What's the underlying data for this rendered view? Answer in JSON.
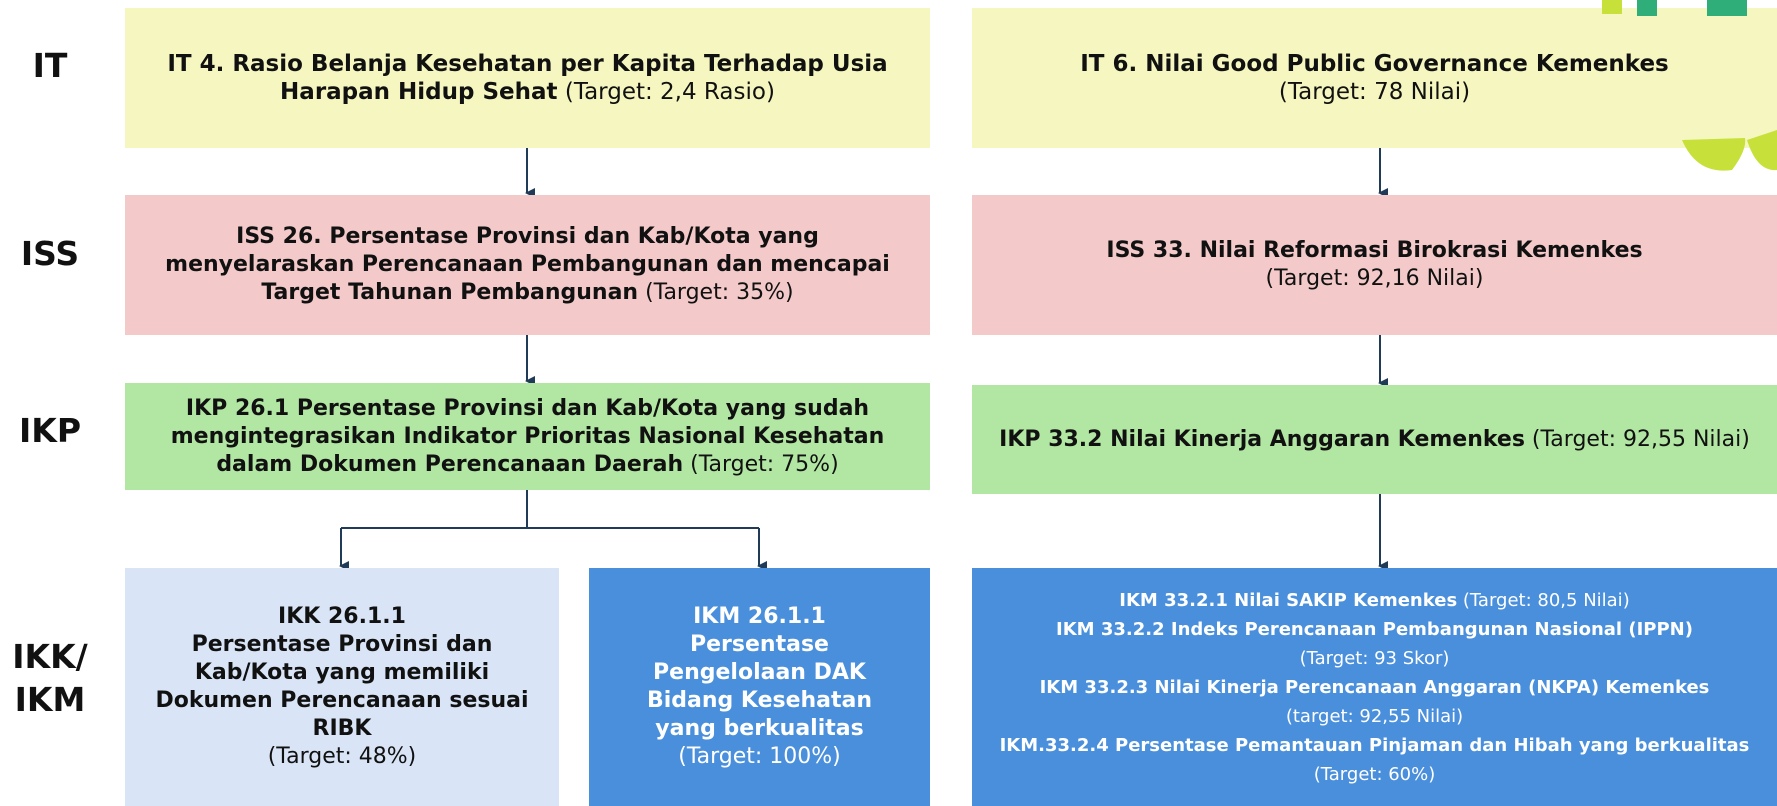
{
  "levels": [
    "IT",
    "ISS",
    "IKP",
    "IKK/\nIKM"
  ],
  "left": {
    "it": {
      "code": "IT 4. Rasio Belanja Kesehatan per Kapita Terhadap Usia Harapan Hidup Sehat",
      "target": " (Target: 2,4 Rasio)"
    },
    "iss": {
      "code": "ISS 26. Persentase Provinsi dan Kab/Kota yang menyelaraskan Perencanaan Pembangunan dan mencapai Target Tahunan Pembangunan",
      "target": " (Target: 35%)"
    },
    "ikp": {
      "code": "IKP 26.1 Persentase Provinsi dan Kab/Kota yang sudah mengintegrasikan Indikator Prioritas Nasional Kesehatan dalam Dokumen Perencanaan Daerah",
      "target": " (Target: 75%)"
    },
    "ikk": {
      "code": "IKK 26.1.1",
      "title": "Persentase Provinsi dan Kab/Kota yang memiliki Dokumen Perencanaan sesuai RIBK",
      "target": "(Target: 48%)"
    },
    "ikm": {
      "code": "IKM 26.1.1",
      "title": "Persentase Pengelolaan DAK Bidang Kesehatan yang berkualitas",
      "target": "(Target: 100%)"
    }
  },
  "right": {
    "it": {
      "code": "IT 6. Nilai Good Public Governance Kemenkes",
      "target": "(Target: 78 Nilai)"
    },
    "iss": {
      "code": "ISS 33. Nilai Reformasi Birokrasi Kemenkes",
      "target": "(Target: 92,16 Nilai)"
    },
    "ikp": {
      "code": "IKP 33.2 Nilai Kinerja Anggaran Kemenkes",
      "target": " (Target: 92,55 Nilai)"
    },
    "ikm": [
      {
        "code": "IKM 33.2.1 Nilai SAKIP Kemenkes",
        "target": " (Target: 80,5 Nilai)"
      },
      {
        "code": "IKM 33.2.2 Indeks Perencanaan Pembangunan Nasional (IPPN)",
        "target": "(Target: 93 Skor)"
      },
      {
        "code": "IKM 33.2.3 Nilai Kinerja Perencanaan Anggaran (NKPA) Kemenkes",
        "target": "(target: 92,55 Nilai)"
      },
      {
        "code": "IKM.33.2.4 Persentase Pemantauan Pinjaman dan Hibah yang berkualitas",
        "target": "(Target: 60%)"
      }
    ]
  },
  "colors": {
    "it": "#f6f7c0",
    "iss": "#f3c9c9",
    "ikp": "#b2e6a3",
    "ikk": "#d9e5f7",
    "ikm": "#4a8fdc",
    "connector": "#1f3b57"
  }
}
